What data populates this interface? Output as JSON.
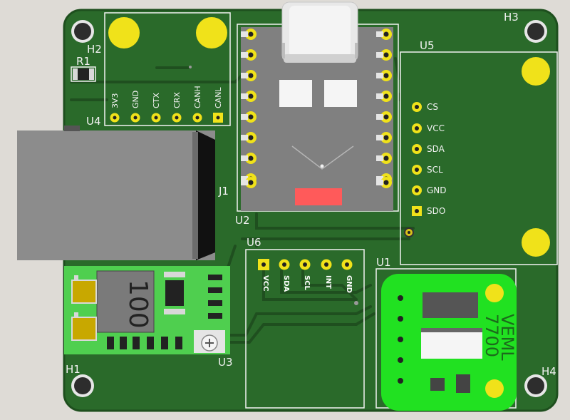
{
  "refs": {
    "h1": "H1",
    "h2": "H2",
    "h3": "H3",
    "h4": "H4",
    "r1": "R1",
    "u1": "U1",
    "u2": "U2",
    "u3": "U3",
    "u4": "U4",
    "u5": "U5",
    "u6": "U6",
    "j1": "J1"
  },
  "u4_pins": [
    "3V3",
    "GND",
    "CTX",
    "CRX",
    "CANH",
    "CANL"
  ],
  "u5_pins": [
    "CS",
    "VCC",
    "SDA",
    "SCL",
    "GND",
    "SDO"
  ],
  "u6_pins": [
    "VCC",
    "SDA",
    "SCL",
    "INT",
    "GND"
  ],
  "u3_marking": "100",
  "u1_marking": "VEML\n7700",
  "colors": {
    "board": "#2a6a2a",
    "pad": "#f0e21a",
    "silkscreen": "#f2f2f2",
    "trace": "#1f4f1f",
    "module_green": "#4fcf4f",
    "veml_board": "#21e121",
    "connector_body": "#8c8c8c",
    "usb_c": "#e8e8e8",
    "led": "#ff5a5a"
  },
  "icons": {
    "mounting_hole": "circle",
    "trimmer": "plus-circle",
    "antenna": "chevron"
  }
}
